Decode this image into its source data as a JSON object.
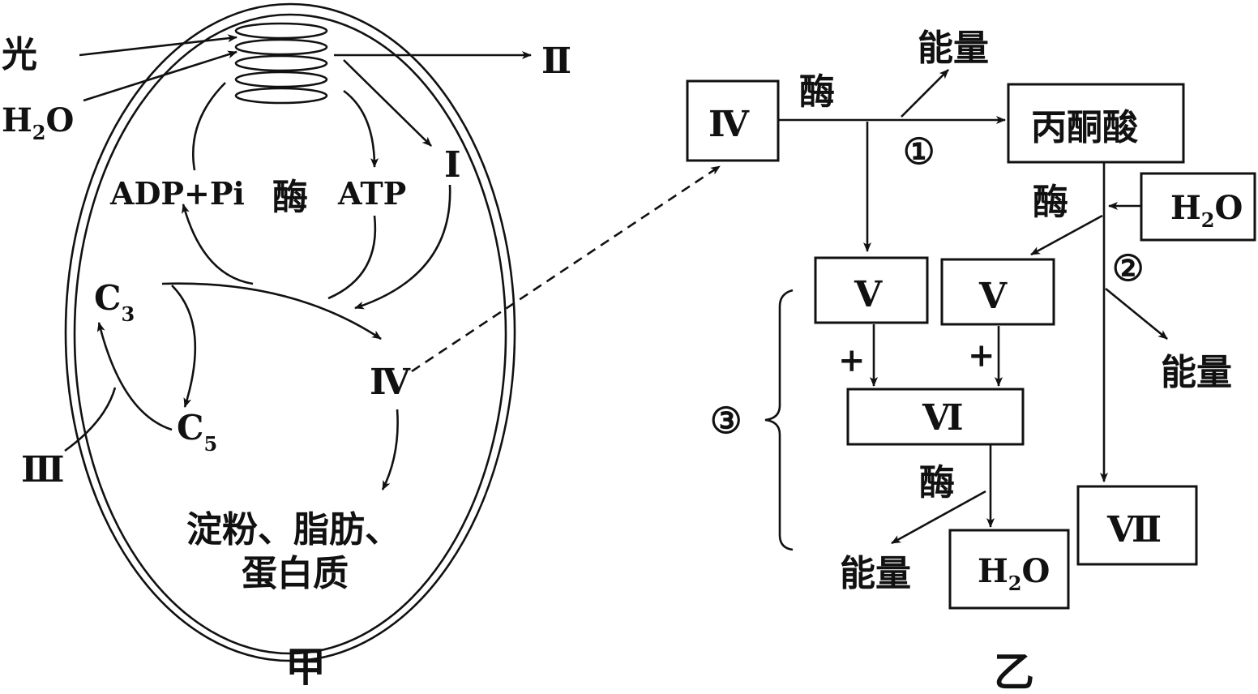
{
  "left": {
    "light": "光",
    "water_in": "H",
    "water_in_sub": "2",
    "water_in_tail": "O",
    "product_ii": "Ⅱ",
    "product_i": "Ⅰ",
    "adp": "ADP+Pi",
    "enzyme": "酶",
    "atp": "ATP",
    "c3": "C",
    "c3_sub": "3",
    "c5": "C",
    "c5_sub": "5",
    "iii": "Ⅲ",
    "iv": "Ⅳ",
    "storage_line1": "淀粉、脂肪、",
    "storage_line2": "蛋白质",
    "caption": "甲"
  },
  "right": {
    "box_iv": "Ⅳ",
    "enzyme_top": "酶",
    "energy_top": "能量",
    "step1": "①",
    "pyruvate": "丙酮酸",
    "enzyme_right": "酶",
    "water_right": "H",
    "water_right_sub": "2",
    "water_right_tail": "O",
    "step2": "②",
    "energy_right": "能量",
    "box_v_left": "Ⅴ",
    "box_v_right": "Ⅴ",
    "plus_left": "+",
    "plus_right": "+",
    "step3": "③",
    "box_vi": "Ⅵ",
    "enzyme_bottom": "酶",
    "energy_bottom": "能量",
    "water_out": "H",
    "water_out_sub": "2",
    "water_out_tail": "O",
    "box_vii": "Ⅶ",
    "caption": "乙"
  }
}
